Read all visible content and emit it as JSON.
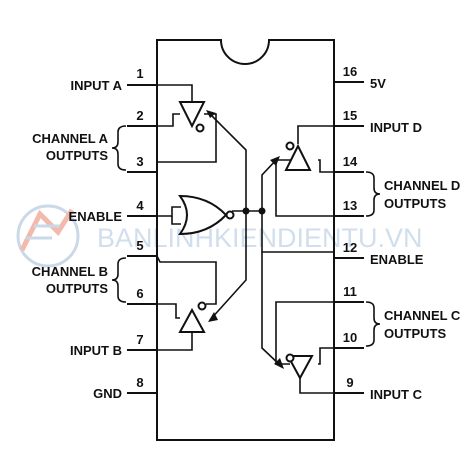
{
  "pins_left": [
    {
      "num": "1",
      "label": "INPUT A"
    },
    {
      "num": "2",
      "label": ""
    },
    {
      "num": "3",
      "label": ""
    },
    {
      "num": "4",
      "label": "ENABLE"
    },
    {
      "num": "5",
      "label": ""
    },
    {
      "num": "6",
      "label": ""
    },
    {
      "num": "7",
      "label": "INPUT B"
    },
    {
      "num": "8",
      "label": "GND"
    }
  ],
  "pins_right": [
    {
      "num": "16",
      "label": "5V"
    },
    {
      "num": "15",
      "label": "INPUT D"
    },
    {
      "num": "14",
      "label": ""
    },
    {
      "num": "13",
      "label": ""
    },
    {
      "num": "12",
      "label": "ENABLE"
    },
    {
      "num": "11",
      "label": ""
    },
    {
      "num": "10",
      "label": ""
    },
    {
      "num": "9",
      "label": "INPUT C"
    }
  ],
  "groups": {
    "channel_a": [
      "CHANNEL A",
      "OUTPUTS"
    ],
    "channel_b": [
      "CHANNEL B",
      "OUTPUTS"
    ],
    "channel_c": [
      "CHANNEL C",
      "OUTPUTS"
    ],
    "channel_d": [
      "CHANNEL D",
      "OUTPUTS"
    ]
  },
  "watermark": "BANLINHKIENDIENTU.VN",
  "colors": {
    "ink": "#111111",
    "watermark": "#c9d9ea",
    "logo": "#e8826a"
  }
}
